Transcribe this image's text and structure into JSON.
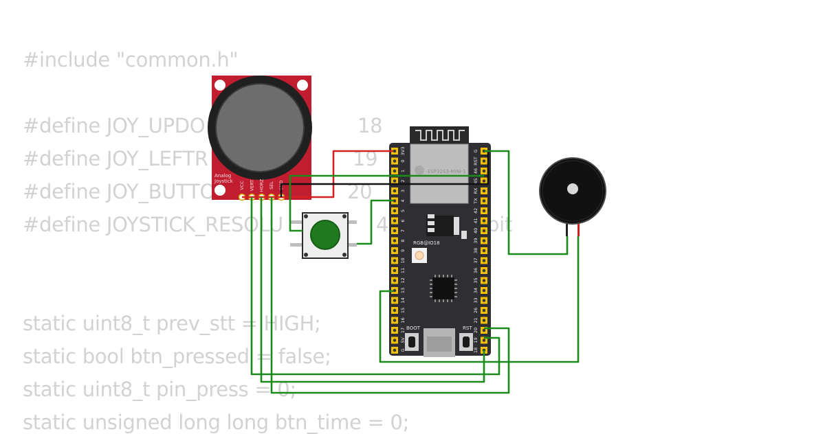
{
  "code_lines": [
    "#include \"common.h\"",
    "",
    "#define JOY_UPDO",
    "#define JOY_LEFTR",
    "#define JOY_BUTTO",
    "#define JOYSTICK_RESOLU",
    "",
    "",
    "static uint8_t prev_stt = HIGH;",
    "static bool btn_pressed = false;",
    "static uint8_t pin_press = 0;",
    "static unsigned long long btn_time = 0;"
  ],
  "code_values": {
    "joy_updown": "18",
    "joy_leftright": "19",
    "joy_button": "20",
    "joystick_resolution": "4",
    "joystick_resolution_suffix": "bit"
  },
  "joystick": {
    "label_line1": "Analog",
    "label_line2": "Joystick",
    "pins": [
      "VCC",
      "VERT",
      "HORZ",
      "SEL",
      "GND"
    ]
  },
  "board": {
    "module_name": "ESP32S3-MINI-1",
    "led_label": "RGB@IO18",
    "boot_label": "BOOT",
    "rst_label": "RST",
    "left_pins": [
      "3V3",
      "0",
      "1",
      "2",
      "3",
      "4",
      "5",
      "6",
      "7",
      "8",
      "9",
      "10",
      "11",
      "12",
      "13",
      "14",
      "15",
      "16",
      "17",
      "5V",
      "G"
    ],
    "right_pins": [
      "G",
      "RST",
      "46",
      "45",
      "RX",
      "TX",
      "42",
      "41",
      "40",
      "39",
      "38",
      "37",
      "36",
      "35",
      "34",
      "33",
      "26",
      "21",
      "20",
      "19",
      "18"
    ]
  },
  "colors": {
    "wire_green": "#1a8a1a",
    "wire_red": "#d42020",
    "wire_black": "#111111",
    "board": "#2f2f33",
    "pin_gold": "#f2c200",
    "joystick_pcb": "#c01e30",
    "button_cap": "#1f7a1f"
  }
}
